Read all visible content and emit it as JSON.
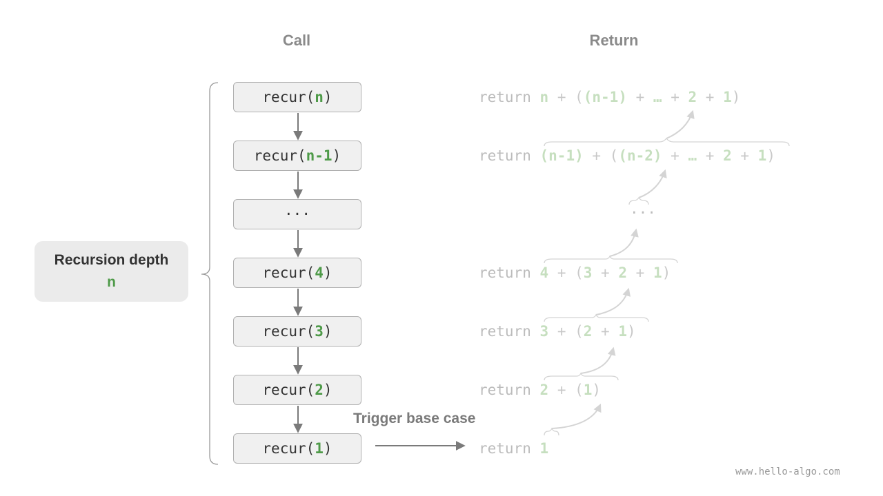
{
  "headings": {
    "call": "Call",
    "return": "Return"
  },
  "depth": {
    "title": "Recursion depth",
    "var": "n"
  },
  "calls": [
    {
      "prefix": "recur(",
      "arg": "n",
      "suffix": ")"
    },
    {
      "prefix": "recur(",
      "arg": "n-1",
      "suffix": ")"
    },
    {
      "prefix": "",
      "arg": "",
      "suffix": "···"
    },
    {
      "prefix": "recur(",
      "arg": "4",
      "suffix": ")"
    },
    {
      "prefix": "recur(",
      "arg": "3",
      "suffix": ")"
    },
    {
      "prefix": "recur(",
      "arg": "2",
      "suffix": ")"
    },
    {
      "prefix": "recur(",
      "arg": "1",
      "suffix": ")"
    }
  ],
  "returns": {
    "r0": {
      "kw": "return ",
      "a": "n",
      "b": " + (",
      "c": "(n-1)",
      "d": " + ",
      "e": "…",
      "f": " + ",
      "g": "2",
      "h": " + ",
      "i": "1",
      "j": ")"
    },
    "r1": {
      "kw": "return ",
      "a": "(n-1)",
      "b": " + (",
      "c": "(n-2)",
      "d": " + ",
      "e": "…",
      "f": " + ",
      "g": "2",
      "h": " + ",
      "i": "1",
      "j": ")"
    },
    "dots": "···",
    "r4": {
      "kw": "return ",
      "a": "4",
      "b": " + (",
      "c": "3",
      "d": " + ",
      "e": "2",
      "f": " + ",
      "g": "1",
      "h": ")"
    },
    "r3": {
      "kw": "return ",
      "a": "3",
      "b": " + (",
      "c": "2",
      "d": " + ",
      "e": "1",
      "f": ")"
    },
    "r2": {
      "kw": "return ",
      "a": "2",
      "b": " + (",
      "c": "1",
      "d": ")"
    },
    "r1base": {
      "kw": "return ",
      "a": "1"
    }
  },
  "trigger": "Trigger base case",
  "footer": "www.hello-algo.com",
  "colors": {
    "accent": "#4e9a48",
    "accent_faded": "#c6dfbf",
    "box_fill": "#f0f0f0",
    "depth_fill": "#ebebeb"
  }
}
